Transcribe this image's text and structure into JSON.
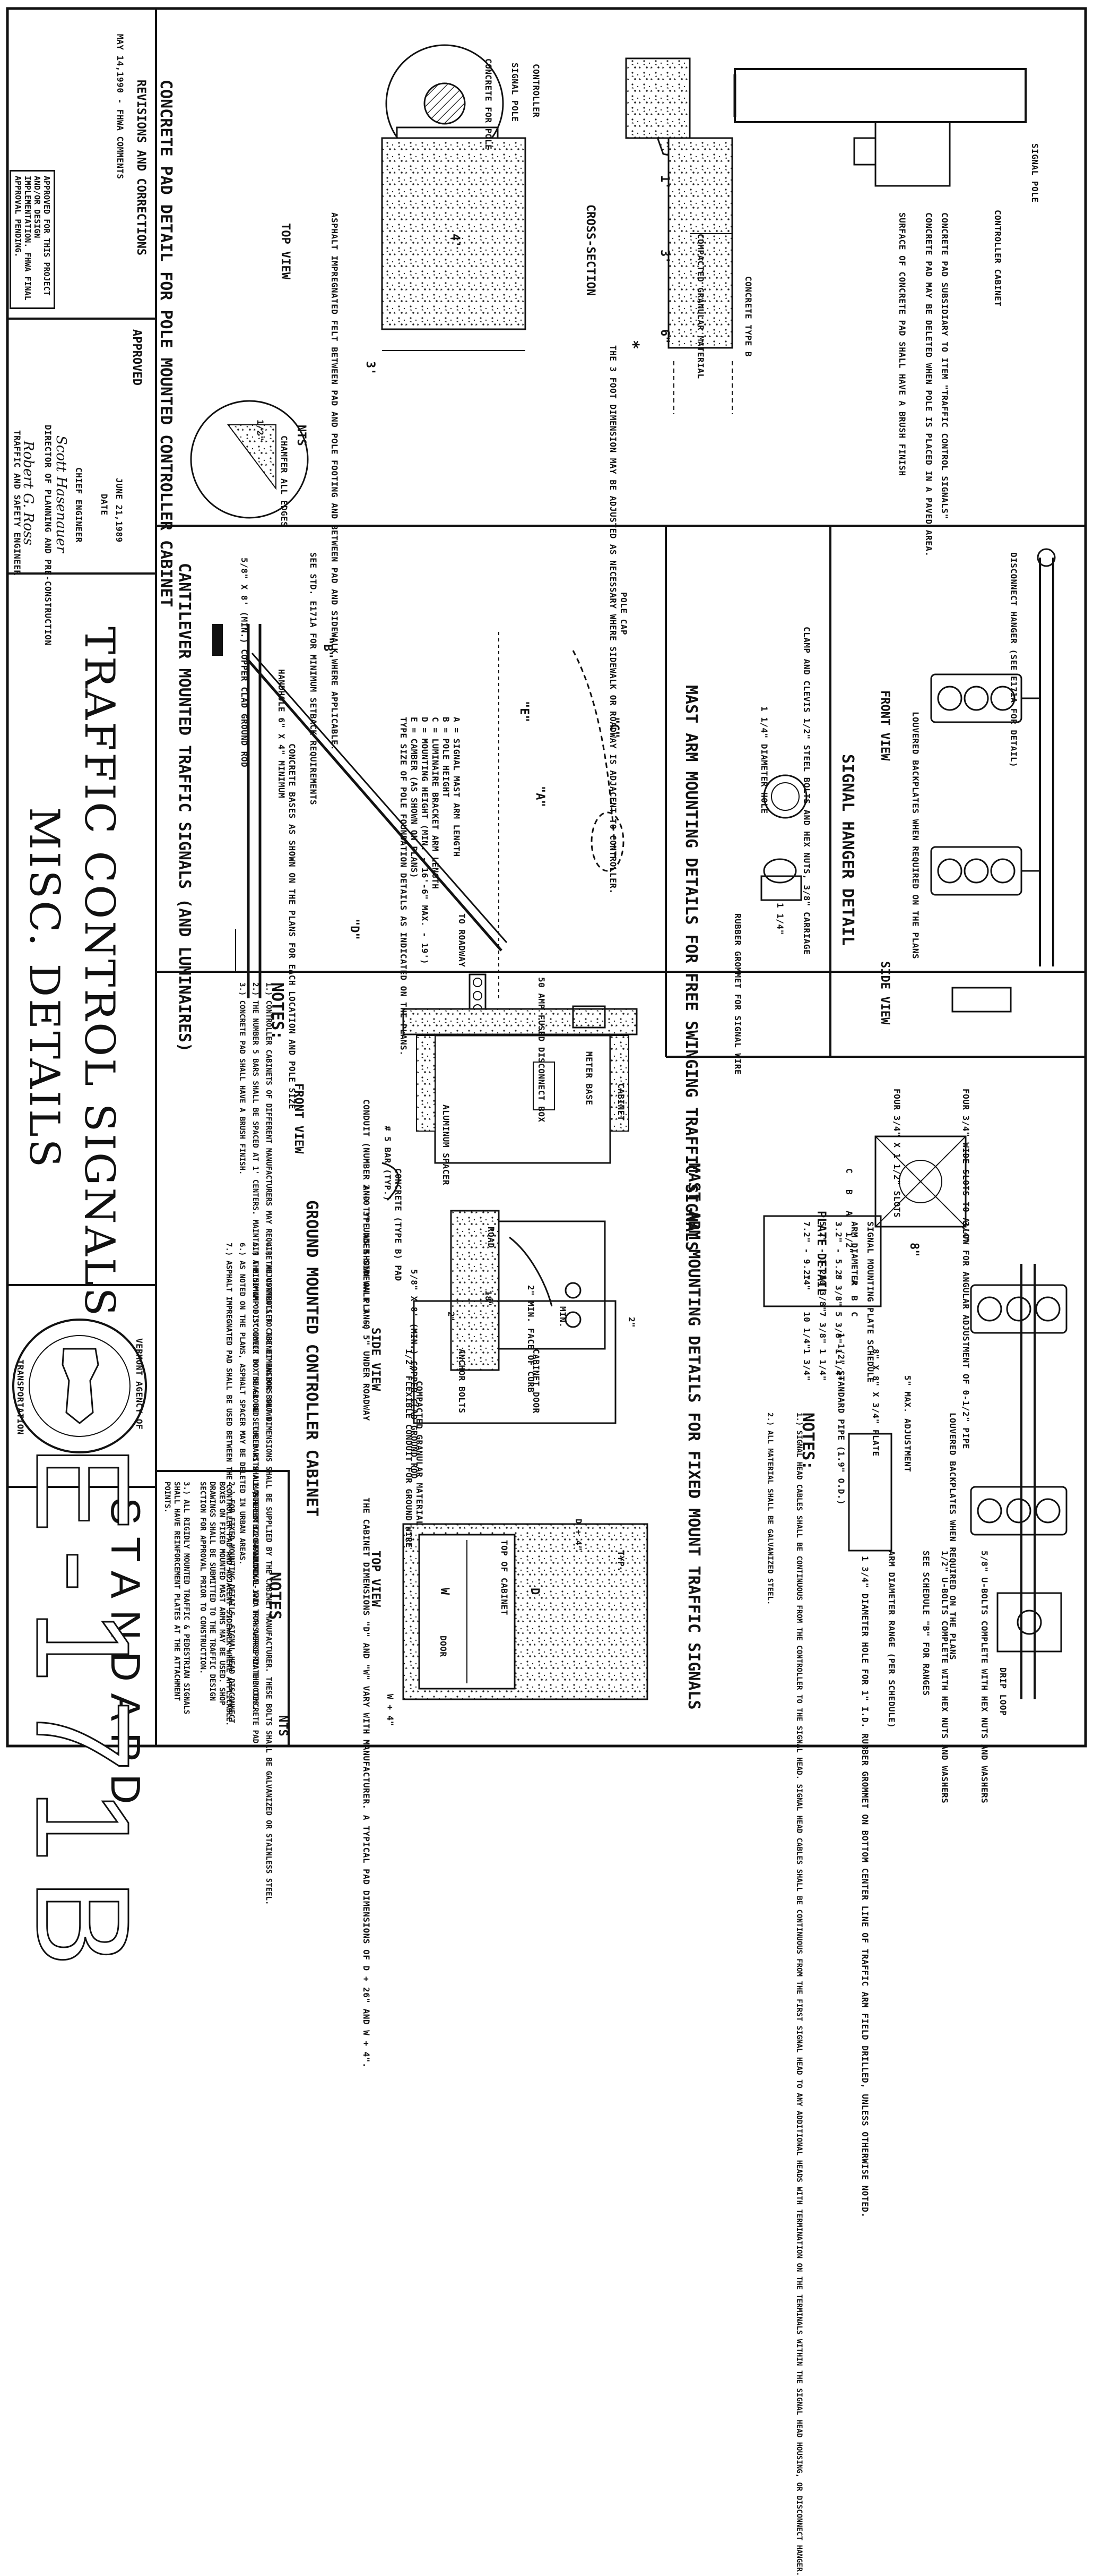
{
  "title_block": {
    "revisions_title": "REVISIONS AND CORRECTIONS",
    "revision_entry": "MAY 14,1990 - FHWA COMMENTS",
    "stamp": "APPROVED FOR THIS PROJECT AND/OR DESIGN IMPLEMENTATION. FHWA FINAL APPROVAL PENDING.",
    "approved_label": "APPROVED",
    "approved_date": "JUNE 21,1989",
    "date_label": "DATE",
    "chief_engineer_label": "CHIEF ENGINEER",
    "director_label": "DIRECTOR OF PLANNING AND PRE-CONSTRUCTION",
    "traffic_label": "TRAFFIC AND SAFETY ENGINEER",
    "sig_director": "Scott Hasenauer",
    "sig_traffic": "Robert G. Ross",
    "main_title_1": "TRAFFIC CONTROL SIGNALS",
    "main_title_2": "MISC. DETAILS",
    "agency_top": "VERMONT AGENCY OF",
    "agency_bottom": "TRANSPORTATION",
    "standard_label": "STANDARD",
    "standard_code": "E-171B"
  },
  "concrete_pad": {
    "title": "CONCRETE PAD DETAIL FOR POLE MOUNTED CONTROLLER CABINET",
    "cross_section": "CROSS-SECTION",
    "top_view": "TOP VIEW",
    "nts": "NTS",
    "labels": {
      "signal_pole": "SIGNAL POLE",
      "controller_cabinet": "CONTROLLER CABINET",
      "controller": "CONTROLLER",
      "concrete_for_pole": "CONCRETE FOR POLE",
      "signal_pole2": "SIGNAL POLE",
      "concrete_type_b": "CONCRETE TYPE B",
      "compacted": "COMPACTED GRANULAR MATERIAL",
      "note1": "CONCRETE PAD SUBSIDIARY TO ITEM \"TRAFFIC CONTROL SIGNALS\"",
      "note2": "CONCRETE PAD MAY BE DELETED WHEN POLE IS PLACED IN A PAVED AREA.",
      "note3": "SURFACE OF CONCRETE PAD SHALL HAVE A BRUSH FINISH",
      "asphalt": "ASPHALT IMPREGNATED FELT BETWEEN PAD AND POLE FOOTING AND BETWEEN PAD AND SIDEWALK WHERE APPLICABLE.",
      "chamfer": "CHAMFER ALL EDGES",
      "footnote": "THE 3 FOOT DIMENSION MAY BE ADJUSTED AS NECESSARY WHERE SIDEWALK OR ROADWAY IS ADJACENT TO CONTROLLER.",
      "dim_1": "1'",
      "dim_3": "3'",
      "dim_4": "4'",
      "dim_6": "6\"",
      "dim_half": "1/2\"",
      "star": "*"
    }
  },
  "cantilever": {
    "title": "CANTILEVER MOUNTED TRAFFIC SIGNALS (AND LUMINAIRES)",
    "pole_cap": "POLE CAP",
    "handhole": "HANDHOLE 6\" X 4\" MINIMUM",
    "ground_rod": "5/8\" X 8' (MIN.) COPPER CLAD GROUND ROD",
    "setback": "SEE STD. E171A FOR MINIMUM SETBACK REQUIREMENTS",
    "roadway": "TO ROADWAY",
    "legend": [
      "A = SIGNAL MAST ARM LENGTH",
      "B = POLE HEIGHT",
      "C = LUMINAIRE BRACKET ARM LENGTH",
      "D = MOUNTING HEIGHT (MIN. - 16'-6\" MAX. - 19')",
      "E = CAMBER (AS SHOWN ON PLANS)",
      "TYPE SIZE OF POLE FOUNDATION DETAILS AS INDICATED ON THE PLANS."
    ],
    "base_note": "CONCRETE BASES AS SHOWN ON THE PLANS FOR EACH LOCATION AND POLE SIZE",
    "dims": {
      "a": "\"A\"",
      "b": "\"B\"",
      "c": "\"C\"",
      "d": "\"D\"",
      "e": "\"E\""
    }
  },
  "free_swing": {
    "title": "MAST ARM MOUNTING DETAILS FOR FREE SWINGING TRAFFIC SIGNALS",
    "clamp": "CLAMP AND CLEVIS 1/2\" STEEL BOLTS AND HEX NUTS, 3/8\" CARRIAGE",
    "hole": "1 1/4\" DIAMETER HOLE",
    "grommet": "RUBBER GROMMET FOR SIGNAL WIRE",
    "dim": "1 1/4\""
  },
  "hanger": {
    "title": "SIGNAL HANGER DETAIL",
    "front": "FRONT VIEW",
    "side": "SIDE VIEW",
    "disconnect": "DISCONNECT HANGER (SEE E171A FOR DETAIL)",
    "louvered": "LOUVERED BACKPLATES WHEN REQUIRED ON THE PLANS"
  },
  "ground_cabinet": {
    "title": "GROUND MOUNTED CONTROLLER CABINET",
    "front": "FRONT VIEW",
    "side": "SIDE VIEW",
    "top": "TOP VIEW",
    "nts": "NTS",
    "meter_base": "METER BASE",
    "cabinet": "CABINET",
    "disconnect_box": "50 AMP FUSED DISCONNECT BOX",
    "spacer": "ALUMINUM SPACER",
    "conduit": "CONDUIT (NUMBER AND TYPE AS SHOWN ON PLANS)",
    "bar": "# 5 BAR (TYP.)",
    "concrete": "CONCRETE (TYPE B) PAD",
    "under_sidewalk": "2'-0 3\" UNDER SIDEWALK 3'-0 5\" UNDER ROADWAY",
    "road": "ROAD",
    "curb": "2\" MIN. FACE OF CURB",
    "ground_rod": "5/8\" X 8' (MIN.) COPPER CLAD GROUND ROD",
    "flex": "1/2\" FLEXIBLE CONDUIT FOR GROUND WIRE",
    "compacted": "COMPACTED GRANULAR MATERIAL",
    "anchor": "ANCHOR BOLTS",
    "door": "CABINET DOOR",
    "top_cabinet": "TOP OF CABINET",
    "door_label": "DOOR",
    "dim_note": "THE CABINET DIMENSIONS \"D\" AND \"W\" VARY WITH MANUFACTURER. A TYPICAL PAD DIMENSIONS OF D + 26\" AND W + 4\".",
    "dims": {
      "d": "D",
      "w": "W",
      "d4": "D + 4\"",
      "w4": "W + 4\"",
      "two": "2\"",
      "twoft": "2'",
      "eight": "18\"",
      "min": "MIN.",
      "typ": "TYP."
    },
    "notes_title": "NOTES:",
    "notes": [
      "1.) CONTROLLER CABINETS OF DIFFERENT MANUFACTURERS MAY REQUIRE ADJUSTMENTS TO THE DIMENSIONS SHOWN.",
      "2.) THE NUMBER 5 BARS SHALL BE SPACED AT 1' CENTERS. MAINTAIN A MINIMUM OF 3\" COVER TO THE GROUND. THE BARS SHALL RUN BOTH LONGITUDINAL AND TRANSVERSE IN THE CONCRETE PAD.",
      "3.) CONCRETE PAD SHALL HAVE A BRUSH FINISH.",
      "4.) THE CONTROLLER CABINET ANCHOR BOLT DIMENSIONS SHALL BE SUPPLIED BY THE CABINET MANUFACTURER. THESE BOLTS SHALL BE GALVANIZED OR STAINLESS STEEL.",
      "5.) THE 50 AMP DISCONNECT BOX SHALL BE SECURED WITH A MASTER # 3220 PADLOCK.",
      "6.) AS NOTED ON THE PLANS, ASPHALT SPACER MAY BE DELETED IN URBAN AREAS.",
      "7.) ASPHALT IMPREGNATED PAD SHALL BE USED BETWEEN THE CONTROLLER PAD AND ADJACENT SIDEWALK WHERE APPLICABLE."
    ]
  },
  "fixed_mount": {
    "title": "MAST ARM MOUNTING DETAILS FOR FIXED MOUNT TRAFFIC SIGNALS",
    "plate_detail": "PLATE DETAIL",
    "slots1": "FOUR 3/4\" WIDE SLOTS TO ALLOW FOR ANGULAR ADJUSTMENT OF 0-1/2\" PIPE",
    "slots2": "FOUR 3/4\" X 1 1/2\" SLOTS",
    "louvered": "LOUVERED BACKPLATES WHEN REQUIRED ON THE PLANS",
    "max_adj": "5\" MAX. ADJUSTMENT",
    "plate": "8\" X 8\" X 3/4\" PLATE",
    "pipe": "1 1/2\" STANDARD PIPE (1.9\" O.D.)",
    "ubolts": "5/8\" U-BOLTS COMPLETE WITH HEX NUTS AND WASHERS",
    "ubolts2": "1/2\" U-BOLTS COMPLETE WITH HEX NUTS AND WASHERS",
    "range": "SEE SCHEDULE \"B\" FOR RANGES",
    "arm_range": "ARM DIAMETER RANGE (PER SCHEDULE)",
    "drip": "DRIP LOOP",
    "hole": "1 3/4\" DIAMETER HOLE FOR 1\" I.D. RUBBER GROMMET ON BOTTOM CENTER LINE OF TRAFFIC ARM FIELD DRILLED, UNLESS OTHERWISE NOTED.",
    "dims": {
      "eight": "8\"",
      "b": "B",
      "a": "A",
      "c": "C",
      "qtr": "3/4\"",
      "half": "1/2\""
    },
    "notes_title": "NOTES:",
    "notes": [
      "1.) SIGNAL HEAD CABLES SHALL BE CONTINUOUS FROM THE CONTROLLER TO THE SIGNAL HEAD. SIGNAL HEAD CABLES SHALL BE CONTINUOUS FROM THE FIRST SIGNAL HEAD TO ANY ADDITIONAL HEADS WITH TERMINATION ON THE TERMINALS WITHIN THE SIGNAL HEAD HOUSING, OR DISCONNECT HANGER.",
      "2.) ALL MATERIAL SHALL BE GALVANIZED STEEL."
    ]
  },
  "schedule": {
    "title": "SIGNAL MOUNTING PLATE SCHEDULE",
    "headers": [
      "ARM DIAMETER",
      "A",
      "B",
      "C"
    ],
    "rows": [
      [
        "3.2\" - 5.2\"",
        "8 3/8\"",
        "5 3/8\"",
        "1 1/4\""
      ],
      [
        "5.2\" - 7.2\"",
        "10 3/8\"",
        "7 3/8\"",
        "1 1/4\""
      ],
      [
        "7.2\" - 9.2\"",
        "14\"",
        "10 1/4\"",
        "1 3/4\""
      ]
    ]
  },
  "general_notes": {
    "title": "NOTES",
    "items": [
      "1.) REFER TO STANDARD E-171A FOR APPROPRIATE NOTES.",
      "2.) FOR FIXED MOUNTING DETAILS, SIGNAL HEAD DISCONNECT BOXES ON FIXED MOUNTED MAST ARMS MAY BE USED. SHOP DRAWINGS SHALL BE SUBMITTED TO THE TRAFFIC DESIGN SECTION FOR APPROVAL PRIOR TO CONSTRUCTION.",
      "3.) ALL RIGIDLY MOUNTED TRAFFIC & PEDESTRIAN SIGNALS SHALL HAVE REINFORCEMENT PLATES AT THE ATTACHMENT POINTS."
    ]
  }
}
